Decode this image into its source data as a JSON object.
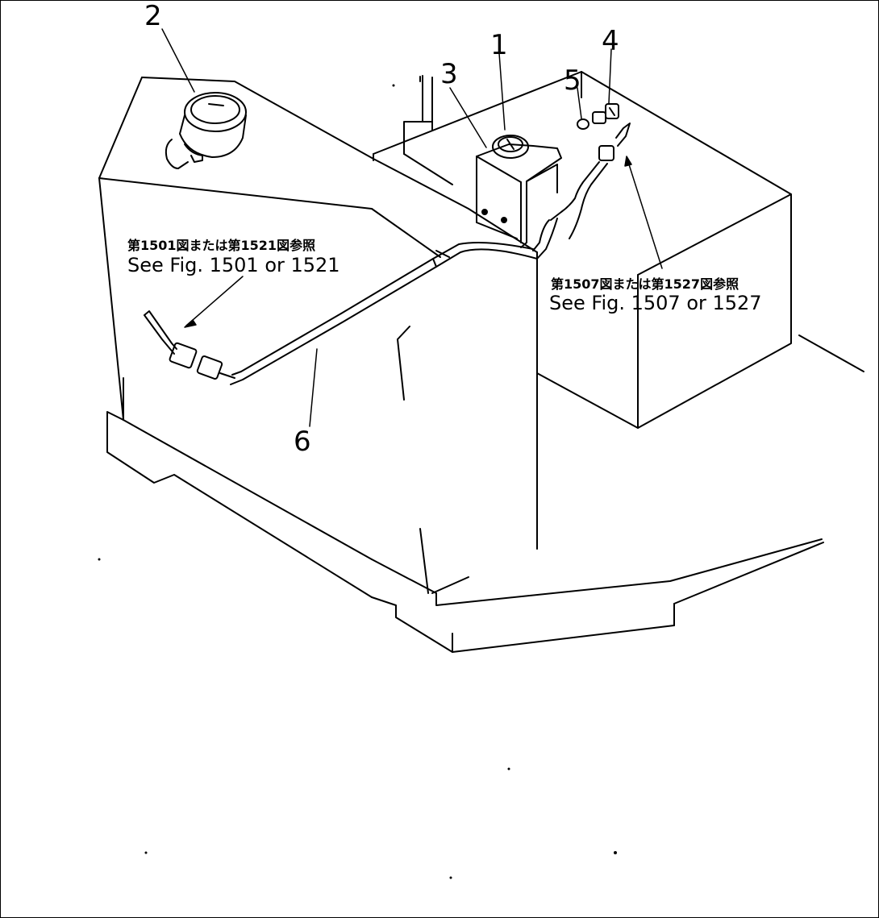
{
  "callouts": {
    "c1": "1",
    "c2": "2",
    "c3": "3",
    "c4": "4",
    "c5": "5",
    "c6": "6"
  },
  "references": {
    "left": {
      "jp": "第1501図または第1521図参照",
      "en": "See Fig. 1501 or 1521"
    },
    "right": {
      "jp": "第1507図または第1527図参照",
      "en": "See Fig. 1507 or 1527"
    }
  },
  "colors": {
    "line": "#000000",
    "background": "#ffffff"
  }
}
